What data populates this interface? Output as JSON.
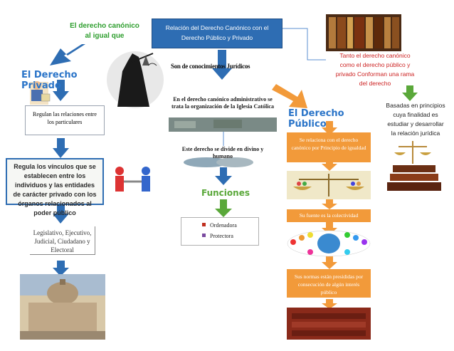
{
  "top_center_box": "Relación del Derecho Canónico con el Derecho Público y Privado",
  "left_header": "El derecho canónico al igual que",
  "right_header": "Tanto el derecho canónico como el derecho público y privado Conforman una rama del derecho",
  "privado": {
    "title": "El Derecho Privado",
    "box1": "Regulan las relaciones entre los particulares",
    "box2": "Regula los vínculos que se establecen entre los individuos y las entidades de carácter privado con los órganos relacionados al poder público",
    "box3": "Legislativo, Ejecutivo, Judicial, Ciudadano y Electoral"
  },
  "center": {
    "heading": "Son de conocimientos Jurídicos",
    "box1": "En el derecho canónico administrativo se trata la organización de la Iglesia Católica",
    "box2": "Este derecho se divide en divino y humano",
    "funciones_title": "Funciones",
    "funciones_items": [
      "Ordenadora",
      "Protectora"
    ]
  },
  "publico": {
    "title": "El Derecho Público",
    "box1": "Se relaciona con el derecho canónico por Principio de igualdad",
    "box2": "Su fuente es la colectividad",
    "box3": "Sus normas están presididas por consecución de algún interés público"
  },
  "right_side_text": "Basadas en principios cuya finalidad es estudiar y desarrollar la relación jurídica",
  "colors": {
    "accent_blue": "#2e6db3",
    "green": "#2e9e2e",
    "orange": "#f29a3a",
    "red": "#cc2222"
  }
}
